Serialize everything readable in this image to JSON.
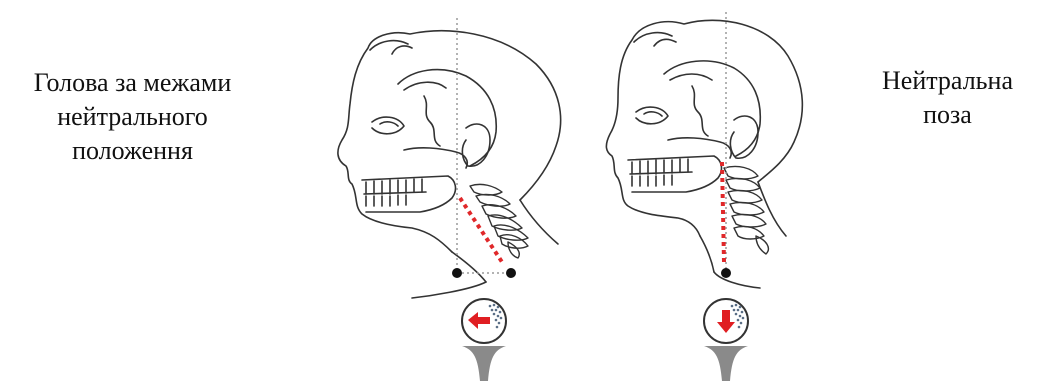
{
  "captions": {
    "left": [
      "Голова за межами",
      "нейтрального",
      "положення"
    ],
    "right": [
      "Нейтральна",
      "поза"
    ]
  },
  "figures": [
    {
      "id": "forward-head",
      "arrow_direction": "left"
    },
    {
      "id": "neutral-head",
      "arrow_direction": "down"
    }
  ],
  "colors": {
    "line": "#333333",
    "dotted_axis": "#9a9a9a",
    "alignment": "#e0282a",
    "arrow": "#e01e22",
    "stand": "#8a8a8a",
    "sensor_dots": "#5a6e86"
  }
}
